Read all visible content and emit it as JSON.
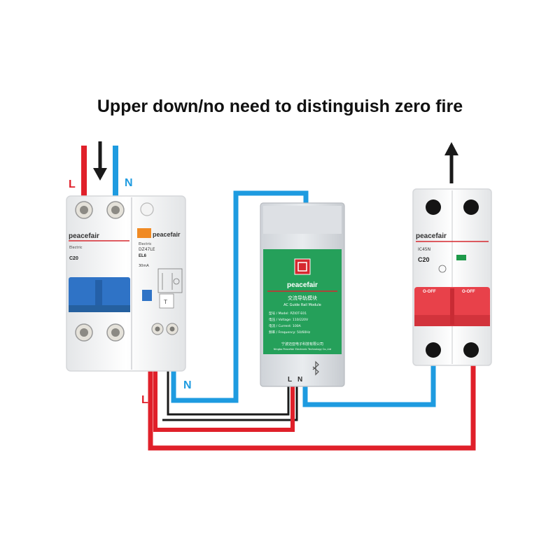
{
  "title": "Upper down/no need to distinguish zero fire",
  "wire_labels": {
    "l_top": "L",
    "n_top": "N",
    "l_bottom": "L",
    "n_bottom": "N"
  },
  "rcbo": {
    "brand": "peacefair",
    "left_model": "C20",
    "left_small": "Electric",
    "right_model": "DZ47LE",
    "right_sub": "EL6",
    "right_small": "Electric",
    "rating": "30mA",
    "test_label": "T"
  },
  "module": {
    "brand": "peacefair",
    "cn_title": "交流导轨模块",
    "en_title": "AC Guide Rail Module",
    "spec_model": "型号 / Model: PZIOT-E01",
    "spec_voltage": "电压 / Voltage: 110/220V",
    "spec_current": "电流 / Current: 100A",
    "spec_frequency": "频率 / Frequency: 50/60Hz",
    "maker_cn": "宁波迈亚电子科技有限公司",
    "maker_en": "Ningbo Peacefair Electronic Technology Co.,Ltd",
    "terminal_l": "L",
    "terminal_n": "N"
  },
  "breaker": {
    "brand": "peacefair",
    "model_top": "IC45N",
    "model": "C20",
    "switch_left": "O-OFF",
    "switch_right": "O-OFF"
  },
  "colors": {
    "live": "#e0202a",
    "neutral": "#1e9be0",
    "black": "#1a1a1a",
    "rcbo_blue": "#2f73c6",
    "module_green": "#25a05a",
    "breaker_red": "#e8414a",
    "brand_red": "#d6282f"
  }
}
